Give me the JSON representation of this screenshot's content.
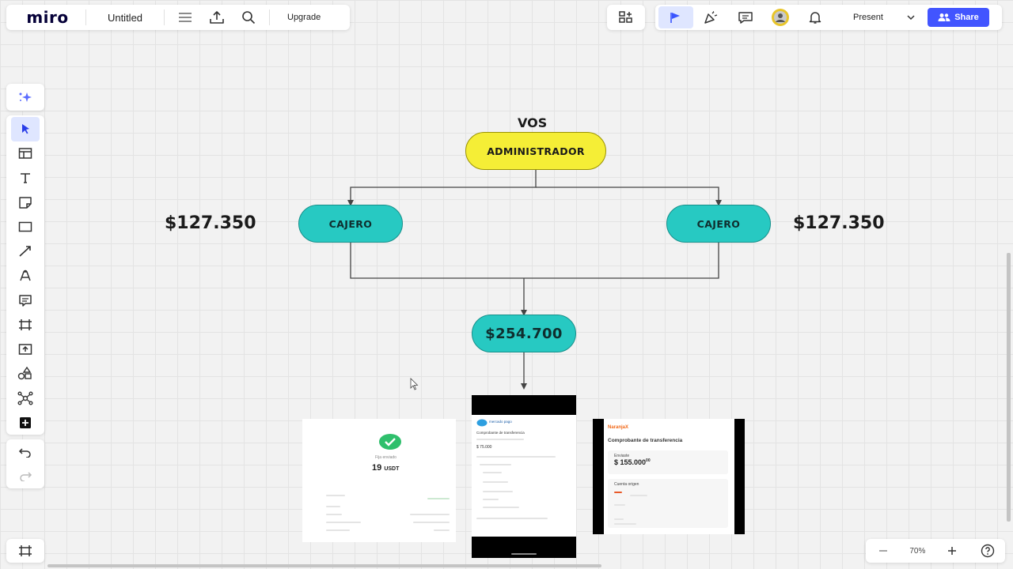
{
  "app": {
    "logo": "miro",
    "board_title": "Untitled",
    "upgrade_label": "Upgrade"
  },
  "topbar": {
    "present_label": "Present",
    "share_label": "Share"
  },
  "left_toolbar": {
    "tools": [
      "select-tool",
      "templates-tool",
      "text-tool",
      "sticky-note-tool",
      "shape-tool",
      "pen-tool",
      "comment-tool",
      "comment-card-tool",
      "frame-tool",
      "upload-tool",
      "shapes-library-tool",
      "mind-map-tool",
      "add-more-tool"
    ]
  },
  "zoom": {
    "value": "70%"
  },
  "diagram": {
    "vos_label": "VOS",
    "admin_label": "ADMINISTRADOR",
    "cashier_left_label": "CAJERO",
    "cashier_right_label": "CAJERO",
    "amount_left": "$127.350",
    "amount_right": "$127.350",
    "total_label": "$254.700",
    "colors": {
      "admin": "#f5ee36",
      "cashier": "#27c9c2",
      "connector": "#444444"
    }
  },
  "receipts": {
    "r1": {
      "status": "Fija enviado",
      "amount": "19",
      "unit": "USDT"
    },
    "r2": {
      "brand": "mercado pago",
      "title": "Comprobante de transferencia",
      "amount": "$ 75.000"
    },
    "r3": {
      "brand": "NaranjaX",
      "title": "Comprobante de transferencia",
      "sent_label": "Enviaste",
      "amount": "$ 155.000",
      "cents": "00",
      "account_label": "Cuenta origen"
    }
  }
}
